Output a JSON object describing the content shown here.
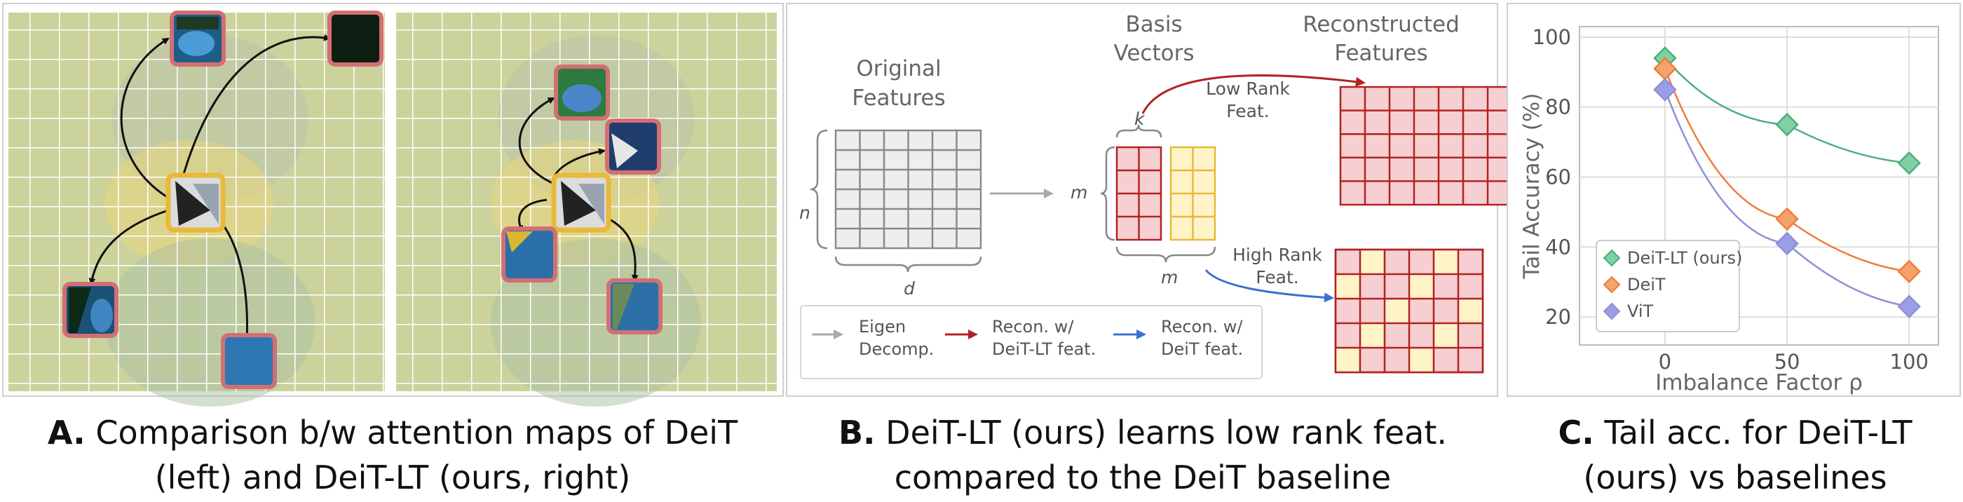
{
  "panel_a": {
    "caption_letter": "A.",
    "caption_text": "Comparison b/w attention maps of DeiT (left) and DeiT-LT (ours, right)"
  },
  "panel_b": {
    "caption_letter": "B.",
    "caption_text": "DeiT-LT (ours) learns low rank feat. compared to the DeiT baseline",
    "original_features": [
      "Original",
      "Features"
    ],
    "basis_vectors": [
      "Basis",
      "Vectors"
    ],
    "reconstructed_features": [
      "Reconstructed",
      "Features"
    ],
    "dim_n": "n",
    "dim_d": "d",
    "dim_m": "m",
    "dim_k": "k",
    "dim_m2": "m",
    "low_rank": [
      "Low Rank",
      "Feat."
    ],
    "high_rank": [
      "High Rank",
      "Feat."
    ],
    "legend": [
      {
        "lines": [
          "Eigen",
          "Decomp."
        ],
        "color": "#aaaaaa"
      },
      {
        "lines": [
          "Recon. w/",
          "DeiT-LT feat."
        ],
        "color": "#b22222"
      },
      {
        "lines": [
          "Recon. w/",
          "DeiT feat."
        ],
        "color": "#3b6fd4"
      }
    ]
  },
  "panel_c": {
    "caption_letter": "C.",
    "caption_text": "Tail acc. for DeiT-LT (ours) vs baselines",
    "chart_data": {
      "type": "line",
      "xlabel": "Imbalance Factor ρ",
      "ylabel": "Tail Accuracy (%)",
      "x": [
        0,
        50,
        100
      ],
      "xticks": [
        "0",
        "50",
        "100"
      ],
      "yticks": [
        "20",
        "40",
        "60",
        "80",
        "100"
      ],
      "xlim": [
        -35,
        112
      ],
      "ylim": [
        12,
        103
      ],
      "grid": true,
      "legend_position": "bottom-left",
      "series": [
        {
          "name": "DeiT-LT (ours)",
          "values": [
            94,
            75,
            64
          ],
          "color": "#4caf7d",
          "fill": "#7fd1a3"
        },
        {
          "name": "DeiT",
          "values": [
            91,
            48,
            33
          ],
          "color": "#ee7d3b",
          "fill": "#f4a36c"
        },
        {
          "name": "ViT",
          "values": [
            85,
            41,
            23
          ],
          "color": "#8f8fd6",
          "fill": "#9a9ee6"
        }
      ]
    }
  }
}
